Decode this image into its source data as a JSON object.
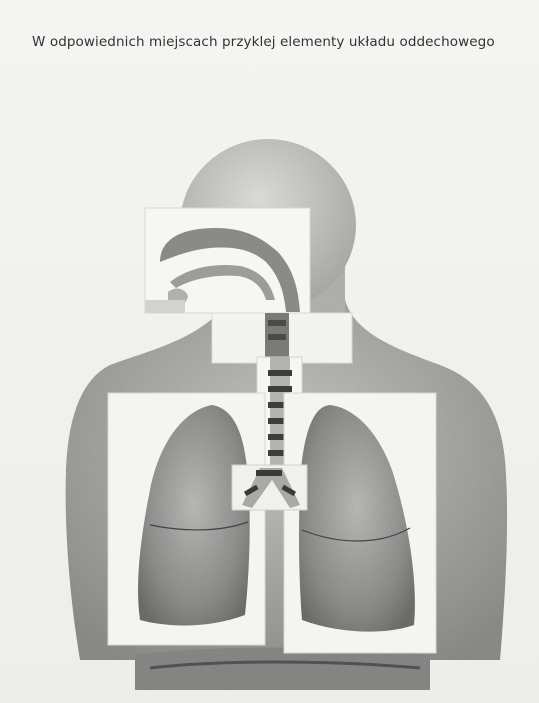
{
  "worksheet": {
    "instruction": "W odpowiednich miejscach przyklej elementy układu oddechowego"
  },
  "figure": {
    "body": "human-torso-silhouette",
    "pasted_pieces": [
      "head-airway-cutout",
      "trachea-cutout",
      "left-lung-cutout",
      "right-lung-cutout",
      "bronchi-cutout"
    ]
  }
}
